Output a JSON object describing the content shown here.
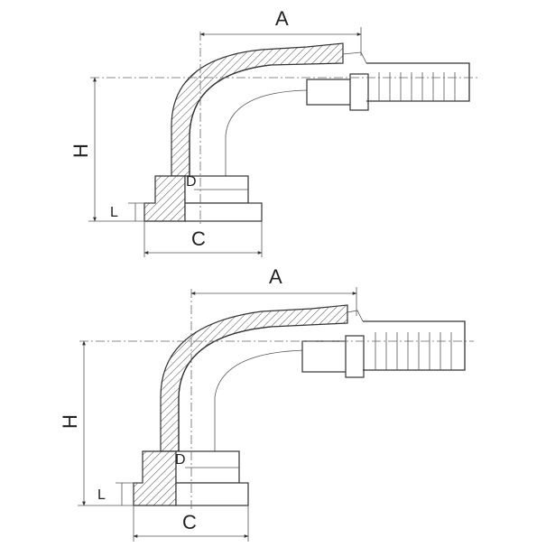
{
  "figures": [
    {
      "id": "top",
      "labels": {
        "A": "A",
        "H": "H",
        "L": "L",
        "D": "D",
        "C": "C"
      }
    },
    {
      "id": "bottom",
      "labels": {
        "A": "A",
        "H": "H",
        "L": "L",
        "D": "D",
        "C": "C"
      }
    }
  ]
}
